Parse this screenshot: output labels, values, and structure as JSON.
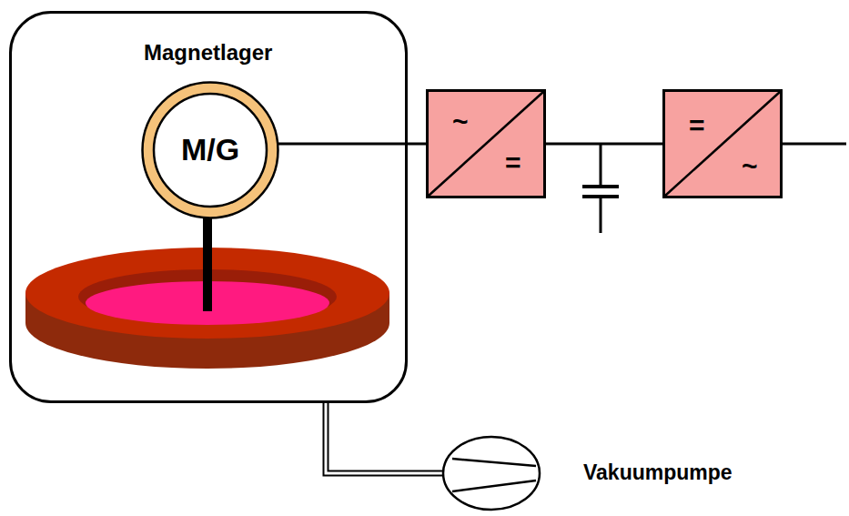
{
  "diagram": {
    "nodes": [
      {
        "text": [
          "Magnetlager"
        ]
      },
      {
        "text": [
          "M/G"
        ],
        "in": 0
      },
      {
        "text": [
          "~",
          "="
        ]
      },
      {
        "text": [
          "=",
          "~"
        ]
      },
      {
        "text": [
          "Vakuumpumpe"
        ]
      }
    ],
    "edges": [
      {
        "from": 1,
        "to": 2,
        "arrow": "none"
      },
      {
        "from": 2,
        "to": 3,
        "arrow": "none"
      },
      {
        "from": 0,
        "to": 4,
        "arrow": "none"
      }
    ]
  }
}
